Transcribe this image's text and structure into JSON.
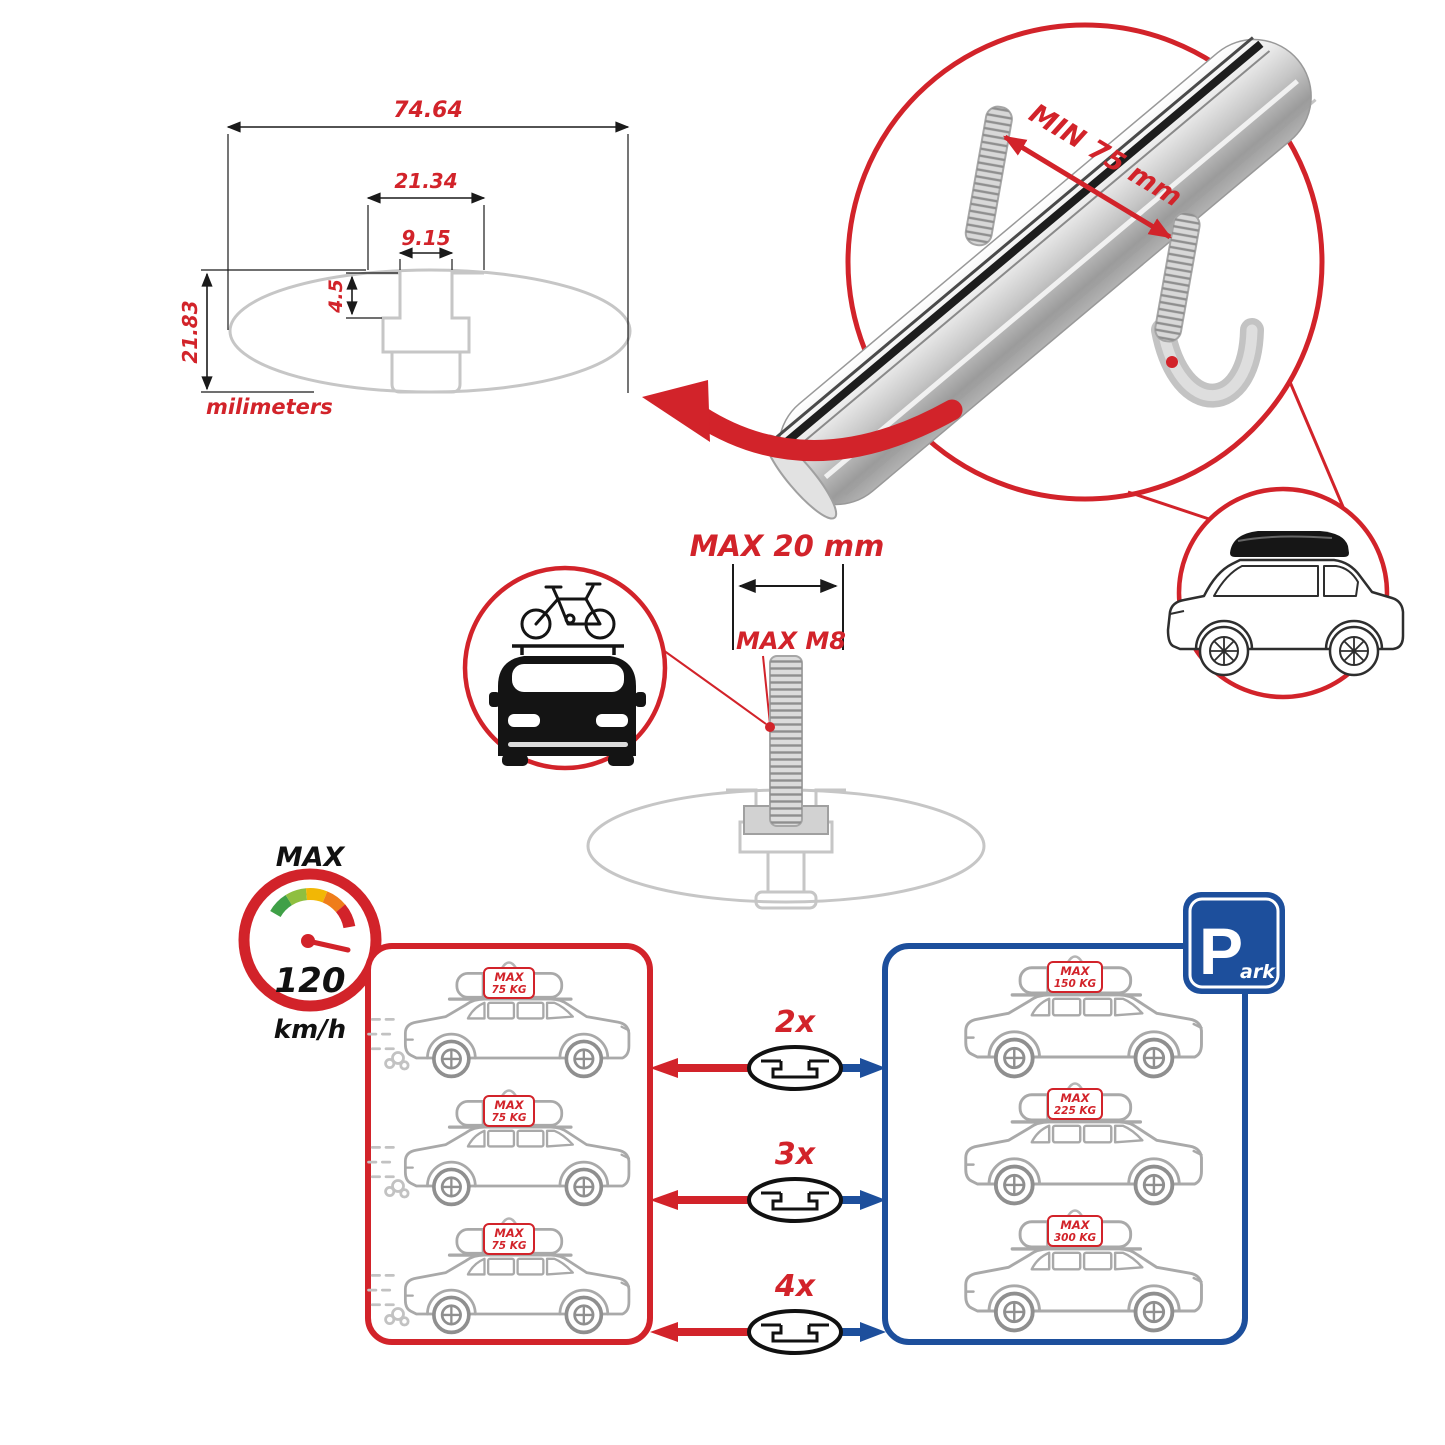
{
  "palette": {
    "red": "#d2232a",
    "blue": "#1d4f9c",
    "grey": "#b5b5b5",
    "dark": "#1a1a1a"
  },
  "dimensions_diagram": {
    "width_total": "74.64",
    "channel_width": "21.34",
    "slot_width": "9.15",
    "slot_depth": "4.5",
    "height_total": "21.83",
    "units_label": "milimeters"
  },
  "clamp_detail": {
    "min_grip_label": "MIN 75 mm"
  },
  "bolt_detail": {
    "max_length_label": "MAX 20 mm",
    "max_thread_label": "MAX M8"
  },
  "speed_limit": {
    "heading": "MAX",
    "value": "120",
    "units": "km/h"
  },
  "parking_sign": {
    "letter": "P",
    "suffix": "ark"
  },
  "bar_counts": [
    {
      "label": "2x"
    },
    {
      "label": "3x"
    },
    {
      "label": "4x"
    }
  ],
  "driving_panel": {
    "cars": [
      {
        "max_label": "MAX",
        "load": "75 KG"
      },
      {
        "max_label": "MAX",
        "load": "75 KG"
      },
      {
        "max_label": "MAX",
        "load": "75 KG"
      }
    ]
  },
  "parked_panel": {
    "cars": [
      {
        "max_label": "MAX",
        "load": "150 KG"
      },
      {
        "max_label": "MAX",
        "load": "225 KG"
      },
      {
        "max_label": "MAX",
        "load": "300 KG"
      }
    ]
  }
}
